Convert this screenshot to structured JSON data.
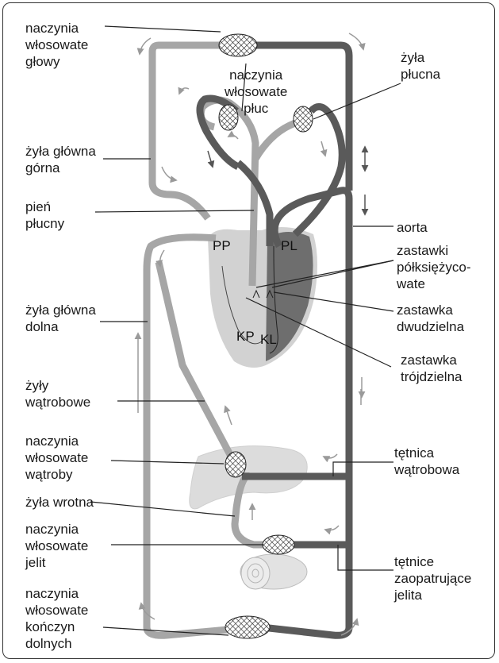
{
  "colors": {
    "arterial": "#5a5a5a",
    "venous": "#a6a6a6",
    "heart_left": "#6e6e6e",
    "heart_right": "#c8c8c8",
    "organ": "#d9d9d9",
    "arrow": "#9a9a9a"
  },
  "labels": {
    "capillaries_head": "naczynia\nwłosowate\ngłowy",
    "capillaries_lungs": "naczynia\nwłosowate\npłuc",
    "pulmonary_vein": "żyła\npłucna",
    "superior_vena_cava": "żyła główna\ngórna",
    "pulmonary_trunk": "pień\npłucny",
    "aorta": "aorta",
    "semilunar_valves": "zastawki\npółksiężyco-\nwate",
    "mitral_valve": "zastawka\ndwudzielna",
    "tricuspid_valve": "zastawka\ntrójdzielna",
    "inferior_vena_cava": "żyła główna\ndolna",
    "hepatic_veins": "żyły\nwątrobowe",
    "capillaries_liver": "naczynia\nwłosowate\nwątroby",
    "hepatic_artery": "tętnica\nwątrobowa",
    "portal_vein": "żyła wrotna",
    "capillaries_intestine": "naczynia\nwłosowate\njelit",
    "intestinal_arteries": "tętnice\nzaopatrujące\njelita",
    "capillaries_limbs": "naczynia\nwłosowate\nkończyn\ndolnych"
  },
  "heart": {
    "right_atrium": "PP",
    "left_atrium": "PL",
    "right_ventricle": "KP",
    "left_ventricle": "KL"
  }
}
